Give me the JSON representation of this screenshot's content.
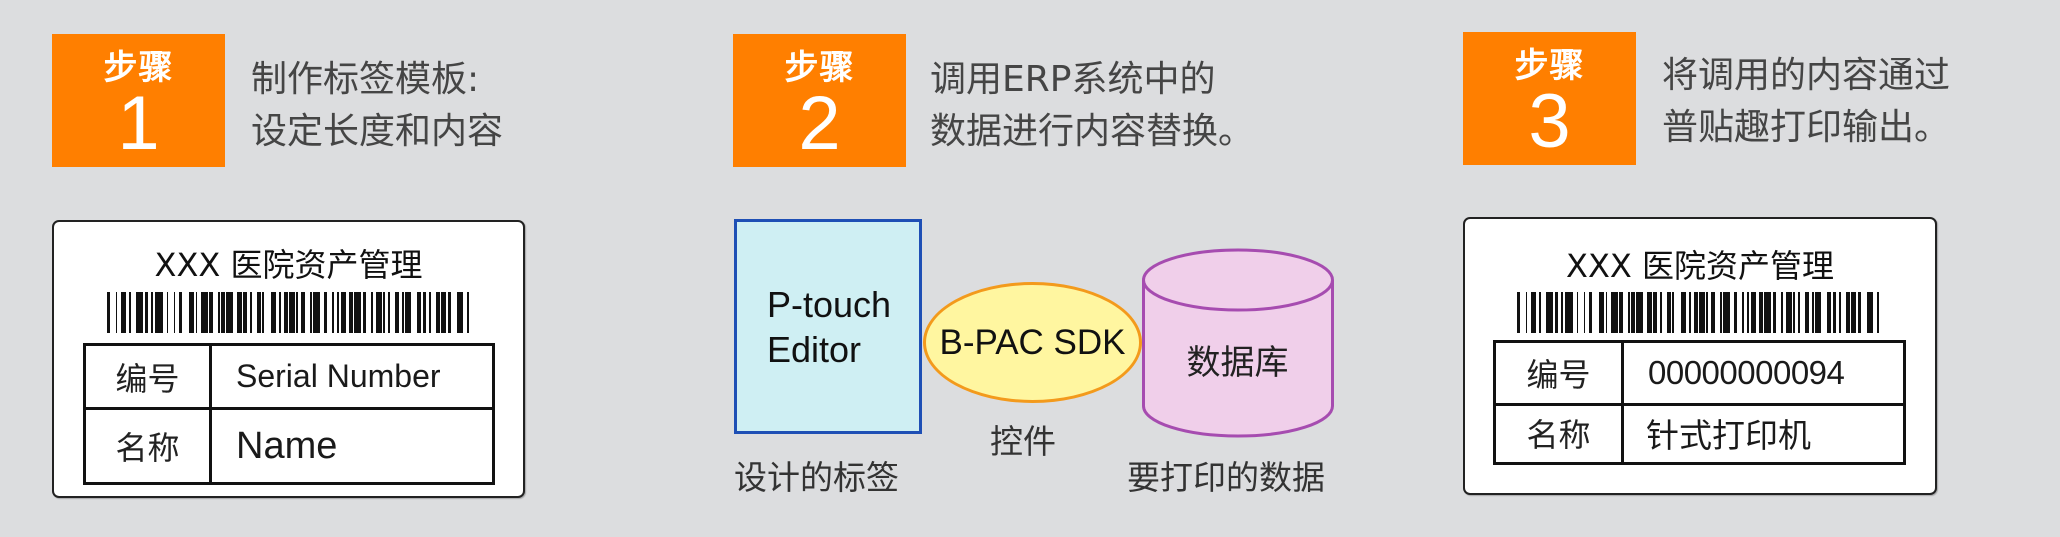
{
  "colors": {
    "background": "#dcdddf",
    "step_badge": "#ff7f00",
    "step_text": "#454545",
    "ptouch_fill": "#cfeff3",
    "ptouch_stroke": "#1e4fb5",
    "sdk_fill": "#fff6a0",
    "sdk_stroke": "#f39a1c",
    "db_fill": "#f0cfea",
    "db_stroke": "#a64cb0"
  },
  "steps": [
    {
      "word": "步骤",
      "number": "1",
      "lines": [
        "制作标签模板:",
        "设定长度和内容"
      ]
    },
    {
      "word": "步骤",
      "number": "2",
      "lines": [
        "调用ERP系统中的",
        "数据进行内容替换。"
      ]
    },
    {
      "word": "步骤",
      "number": "3",
      "lines": [
        "将调用的内容通过",
        "普贴趣打印输出。"
      ]
    }
  ],
  "label_template": {
    "title": "XXX 医院资产管理",
    "rows": [
      {
        "key": "编号",
        "value": "Serial Number"
      },
      {
        "key": "名称",
        "value": "Name"
      }
    ]
  },
  "label_printed": {
    "title": "XXX 医院资产管理",
    "rows": [
      {
        "key": "编号",
        "value": "00000000094"
      },
      {
        "key": "名称",
        "value": "针式打印机"
      }
    ]
  },
  "barcode_pattern": [
    2,
    3,
    1,
    2,
    3,
    2,
    1,
    3,
    4,
    1,
    2,
    2,
    1,
    1,
    5,
    2,
    1,
    3,
    1,
    2,
    2,
    4,
    3,
    1,
    1,
    2,
    4,
    1,
    2,
    3,
    1,
    1,
    2,
    1,
    4,
    2,
    3,
    1,
    2,
    2,
    1,
    3,
    2,
    1,
    1,
    4,
    3,
    2,
    1,
    2,
    2,
    1,
    3,
    1,
    1,
    2,
    2,
    3,
    1,
    1,
    4,
    2,
    2,
    3,
    1,
    2,
    1,
    1,
    3,
    2,
    2,
    1,
    4,
    1,
    2,
    3,
    1,
    2,
    3,
    1,
    1,
    2,
    1,
    3,
    2,
    2,
    1,
    1,
    3,
    4,
    2,
    1,
    2,
    2,
    1,
    3,
    2,
    1,
    3,
    1,
    2,
    3,
    4,
    2,
    1,
    2
  ],
  "diagram": {
    "ptouch": {
      "line1": "P-touch",
      "line2": "Editor"
    },
    "sdk": "B-PAC SDK",
    "database": "数据库",
    "captions": {
      "label_design": "设计的标签",
      "control": "控件",
      "data_to_print": "要打印的数据"
    }
  }
}
